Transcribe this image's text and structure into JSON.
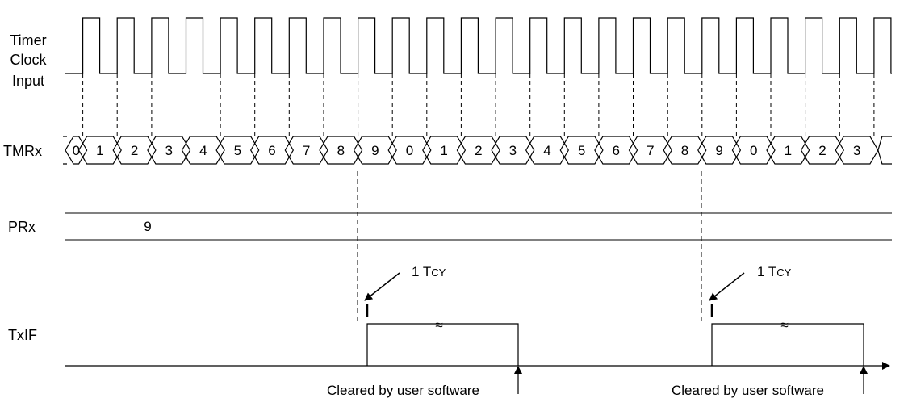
{
  "signals": {
    "clock": {
      "label_lines": [
        "Timer",
        "Clock",
        "Input"
      ]
    },
    "tmr": {
      "label": "TMRx",
      "values": [
        "0",
        "1",
        "2",
        "3",
        "4",
        "5",
        "6",
        "7",
        "8",
        "9",
        "0",
        "1",
        "2",
        "3",
        "4",
        "5",
        "6",
        "7",
        "8",
        "9",
        "0",
        "1",
        "2",
        "3"
      ]
    },
    "pr": {
      "label": "PRx",
      "value": "9"
    },
    "flag": {
      "label": "TxIF"
    }
  },
  "annotations": {
    "tcy_main": "1 T",
    "tcy_sub": "CY",
    "cleared": "Cleared by user software",
    "break_mark": "≈"
  }
}
